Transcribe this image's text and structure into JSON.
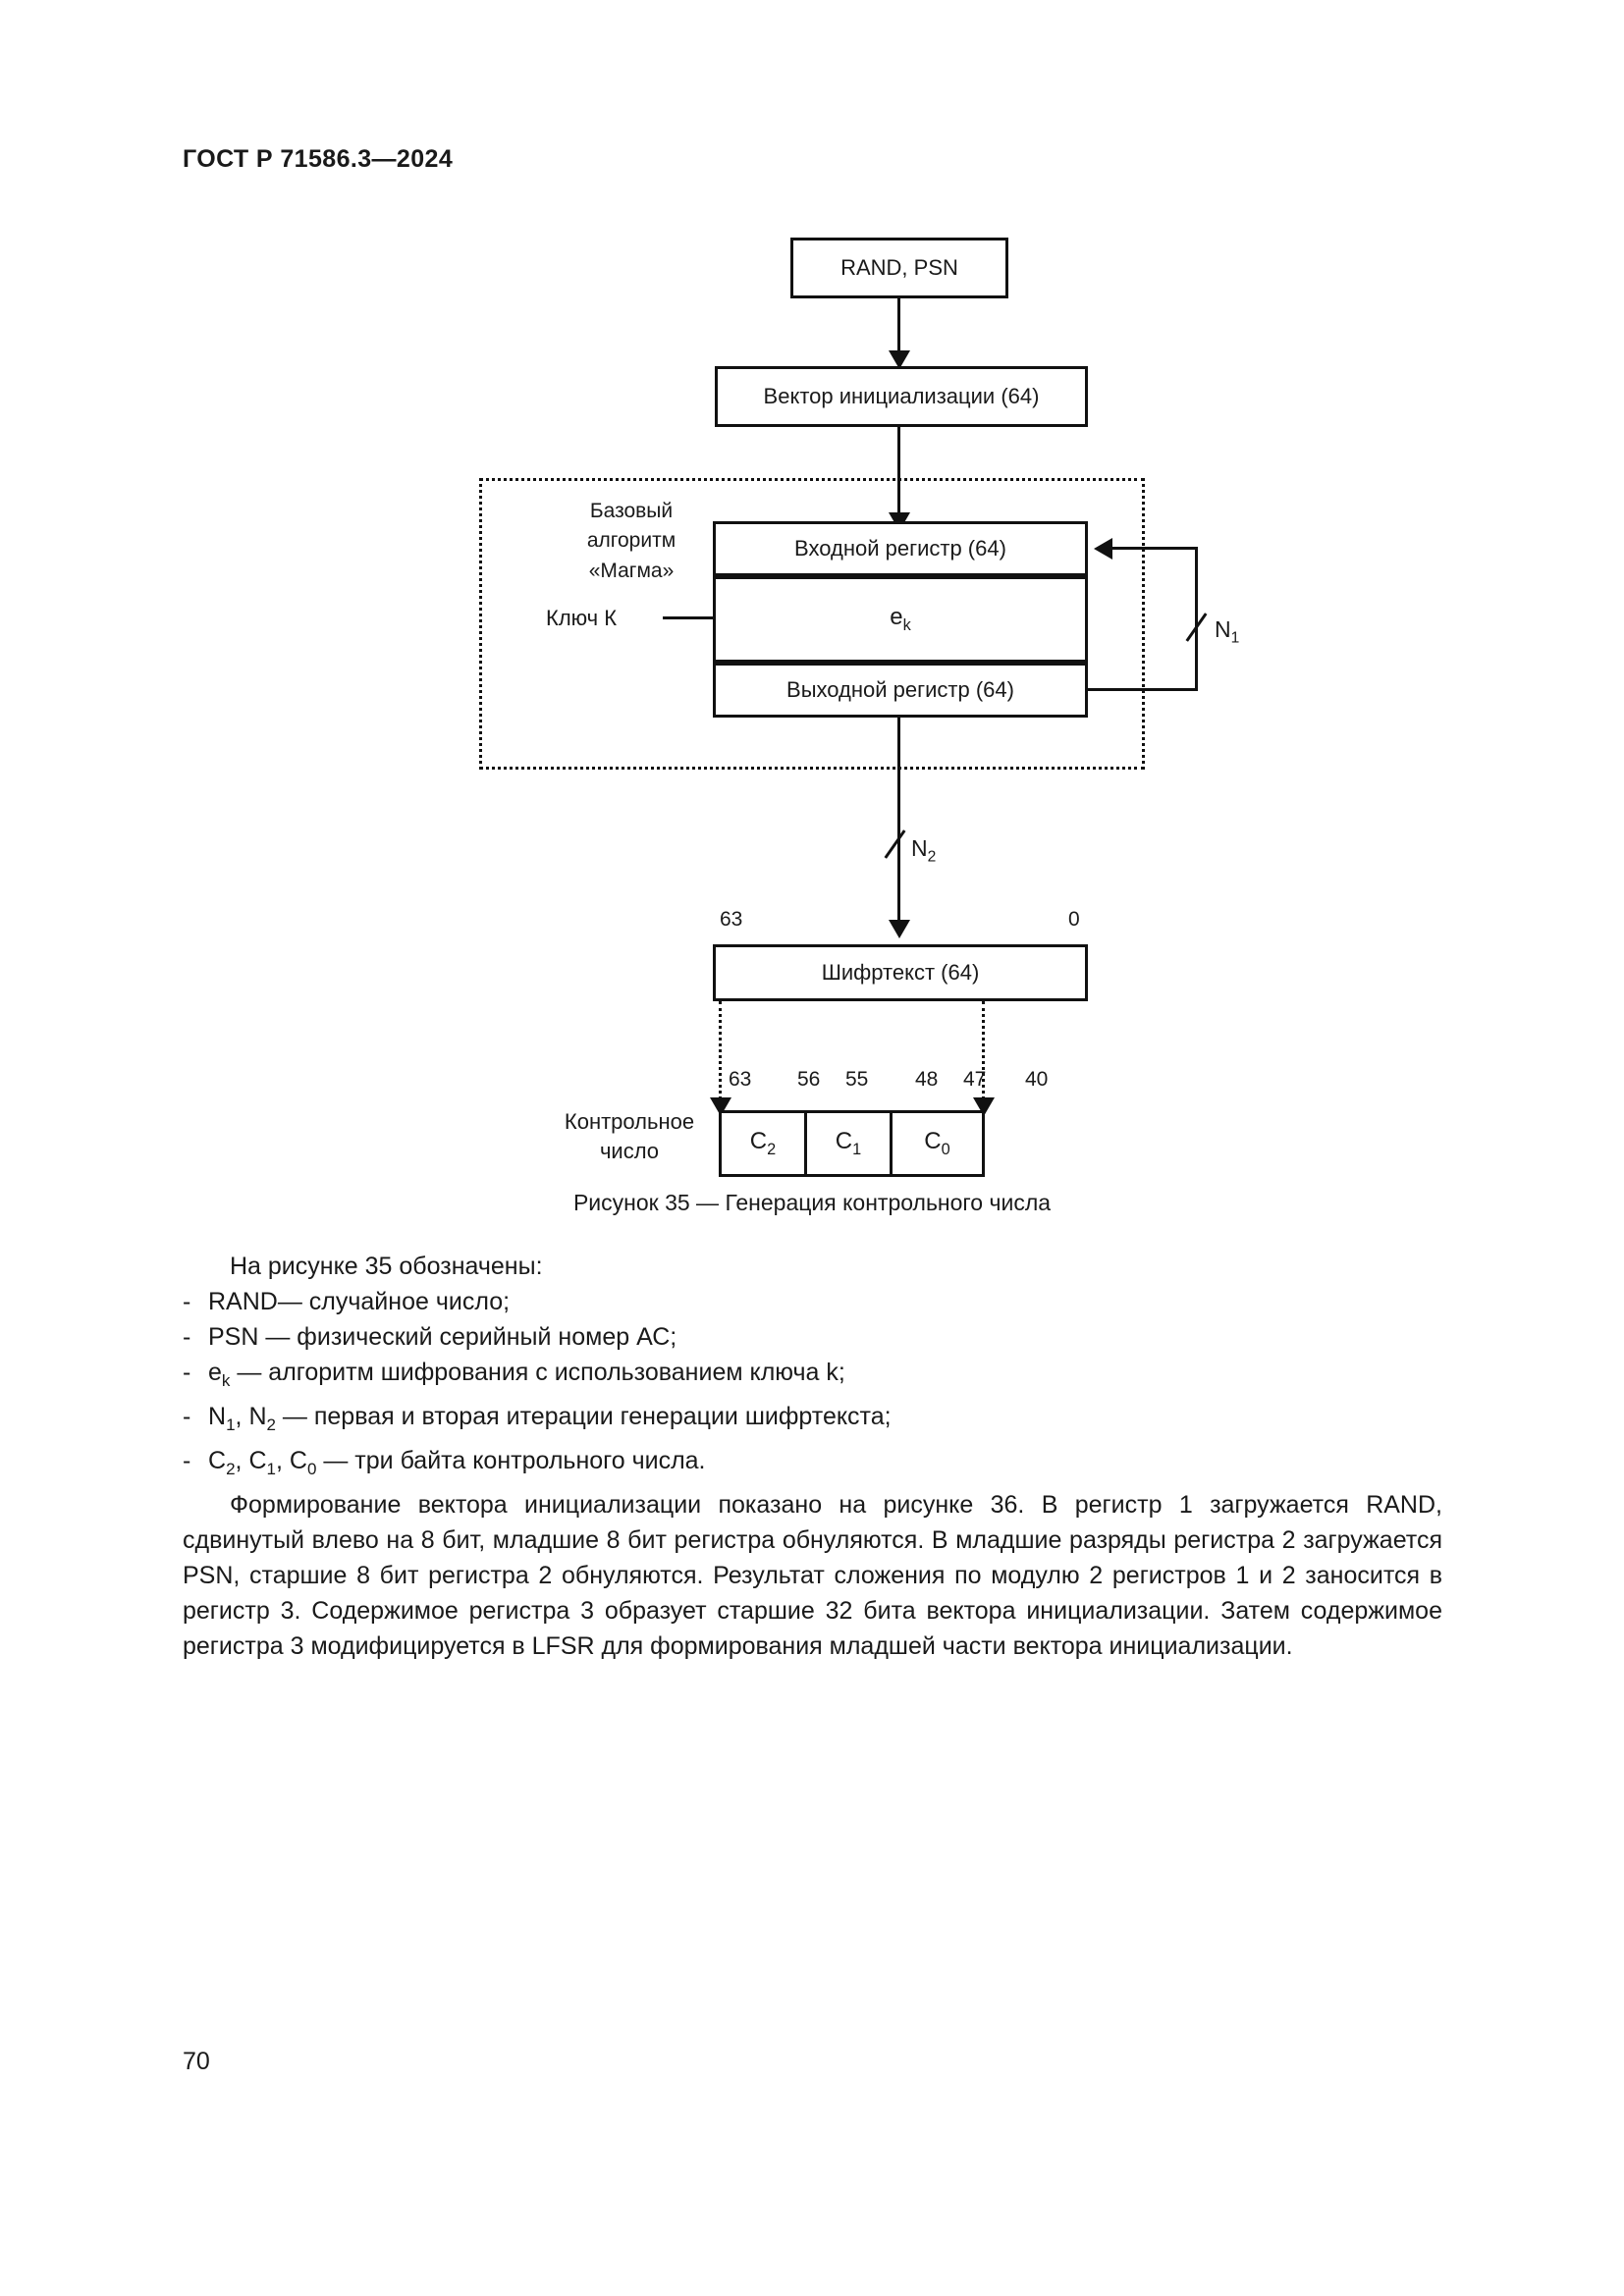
{
  "header": {
    "standard": "ГОСТ Р 71586.3—2024"
  },
  "figure": {
    "caption": "Рисунок 35 — Генерация контрольного числа",
    "nodes": {
      "rand_psn": "RAND, PSN",
      "init_vector": "Вектор инициализации (64)",
      "input_register": "Входной регистр (64)",
      "cipher_fn": "e",
      "cipher_fn_sub": "k",
      "output_register": "Выходной регистр (64)",
      "ciphertext": "Шифртекст (64)"
    },
    "magma": {
      "caption_line1": "Базовый",
      "caption_line2": "алгоритм",
      "caption_line3": "«Магма»",
      "key_label": "Ключ К"
    },
    "wire_labels": {
      "n1": "N",
      "n1_sub": "1",
      "n2": "N",
      "n2_sub": "2"
    },
    "ciphertext_bits": {
      "msb": "63",
      "lsb": "0"
    },
    "control_number": {
      "label_line1": "Контрольное",
      "label_line2": "число",
      "bits": [
        "63",
        "56",
        "55",
        "48",
        "47",
        "40"
      ],
      "bytes": [
        {
          "base": "C",
          "sub": "2"
        },
        {
          "base": "C",
          "sub": "1"
        },
        {
          "base": "C",
          "sub": "0"
        }
      ]
    }
  },
  "text": {
    "intro": "На рисунке 35 обозначены:",
    "items": [
      {
        "term_html": "RAND",
        "desc": "— случайное число;"
      },
      {
        "term_html": "PSN",
        "desc": " — физический серийный номер АС;"
      },
      {
        "term_base": "e",
        "term_sub": "k",
        "desc": " — алгоритм шифрования с использованием ключа k;"
      },
      {
        "term_multi": "N₁, N₂",
        "desc": " — первая и вторая итерации генерации шифртекста;"
      },
      {
        "term_multi2": "C₂, C₁, C₀",
        "desc": " — три байта контрольного числа."
      }
    ],
    "item1_term": "RAND",
    "item1_desc": "— случайное число;",
    "item2_term": "PSN",
    "item2_desc": " — физический серийный номер АС;",
    "item3_desc": " — алгоритм шифрования с использованием ключа k;",
    "item4_desc": " — первая и вторая итерации генерации шифртекста;",
    "item5_desc": " — три байта контрольного числа.",
    "paragraph": "Формирование вектора инициализации показано на рисунке 36. В регистр 1 загружается RAND, сдвинутый влево на 8 бит, младшие 8 бит регистра обнуляются. В младшие разряды регистра 2 загружается PSN, старшие 8 бит регистра 2 обнуляются. Результат сложения по модулю 2 регистров 1 и 2 заносится в регистр 3. Содержимое регистра 3 образует старшие 32 бита вектора инициализации. Затем содержимое регистра 3 модифицируется в LFSR для формирования младшей части вектора инициализации."
  },
  "folio": {
    "page_number": "70"
  },
  "colors": {
    "ink": "#111111",
    "paper": "#ffffff"
  }
}
